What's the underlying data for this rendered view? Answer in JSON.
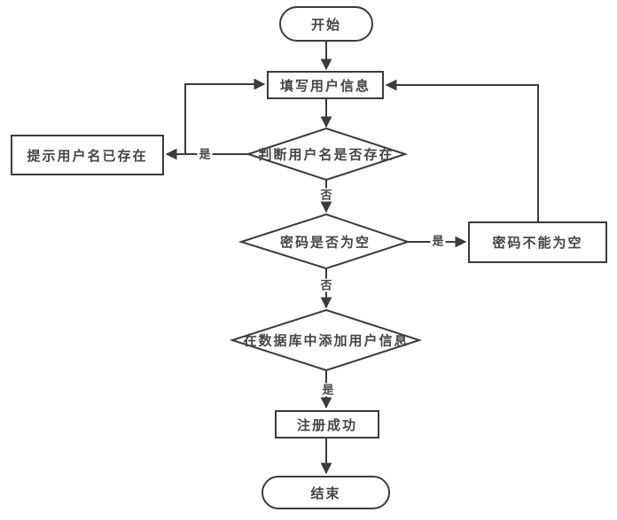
{
  "colors": {
    "background": "#ffffff",
    "line": "#3b3b3b",
    "text": "#454545"
  },
  "nodes": {
    "start": {
      "type": "terminator",
      "label": "开始"
    },
    "fill_user_info": {
      "type": "process",
      "label": "填写用户信息"
    },
    "check_username_exists": {
      "type": "decision",
      "label": "判断用户名是否存在"
    },
    "prompt_username_exists": {
      "type": "process",
      "label": "提示用户名已存在"
    },
    "check_password_empty": {
      "type": "decision",
      "label": "密码是否为空"
    },
    "password_not_empty": {
      "type": "process",
      "label": "密码不能为空"
    },
    "add_user_to_database": {
      "type": "decision",
      "label": "在数据库中添加用户信息"
    },
    "register_success": {
      "type": "process",
      "label": "注册成功"
    },
    "end": {
      "type": "terminator",
      "label": "结束"
    }
  },
  "edge_labels": {
    "username_exists_yes": "是",
    "username_exists_no": "否",
    "password_empty_yes": "是",
    "password_empty_no": "否",
    "add_user_yes": "是"
  }
}
